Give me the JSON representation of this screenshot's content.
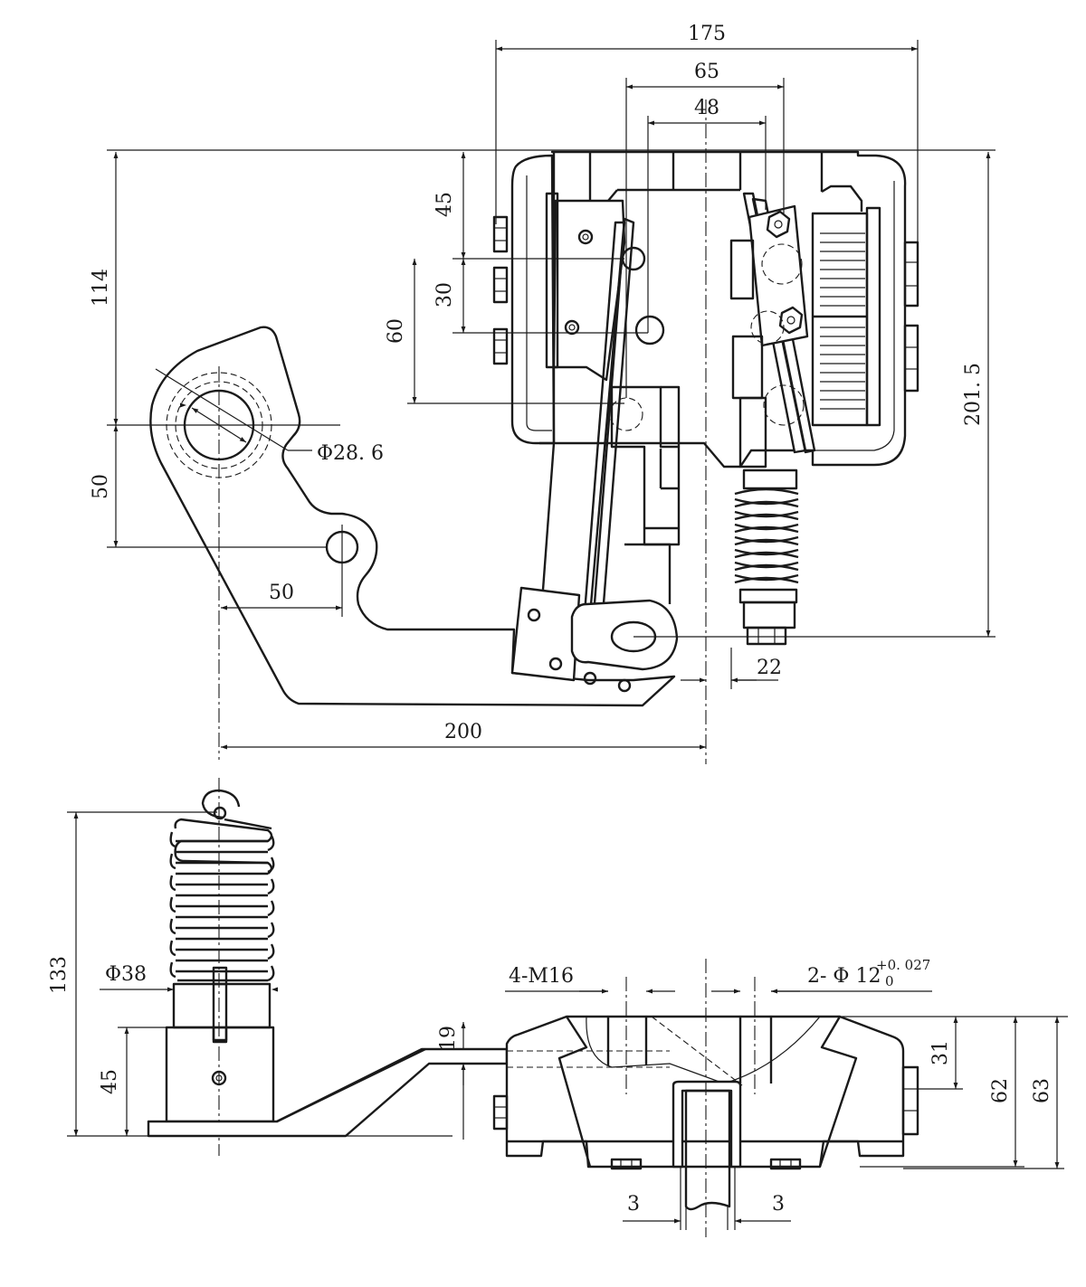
{
  "dimensions": {
    "d175": "175",
    "d65": "65",
    "d48": "48",
    "d45_top": "45",
    "d114": "114",
    "d30": "30",
    "d60": "60",
    "d201_5": "201. 5",
    "phi28_6": "Φ28. 6",
    "d50_vert": "50",
    "d50_horiz": "50",
    "d22": "22",
    "d200": "200",
    "d133": "133",
    "phi38": "Φ38",
    "d45_bottom": "45",
    "d19": "19",
    "m16": "4-M16",
    "phi12": "2- Φ 12",
    "phi12_upper_tol": "+0. 027",
    "phi12_lower_tol": "0",
    "d31": "31",
    "d62": "62",
    "d63": "63",
    "d3_left": "3",
    "d3_right": "3"
  },
  "colors": {
    "line": "#1a1a1a",
    "background": "#ffffff"
  }
}
